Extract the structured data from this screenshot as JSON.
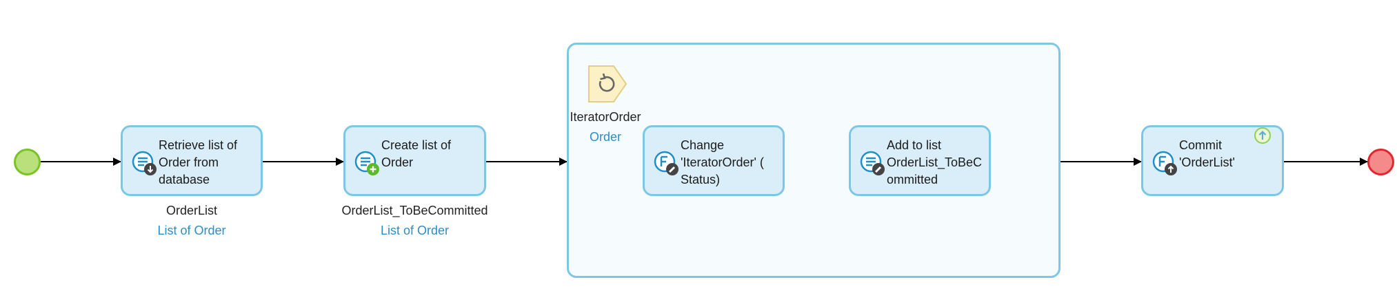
{
  "activities": {
    "retrieve": {
      "label": "Retrieve list of\nOrder from\ndatabase",
      "output_name": "OrderList",
      "output_type": "List of Order"
    },
    "create": {
      "label": "Create list of\nOrder",
      "output_name": "OrderList_ToBeCommitted",
      "output_type": "List of Order"
    },
    "change": {
      "label": "Change\n'IteratorOrder' (\nStatus)"
    },
    "add": {
      "label": "Add to list\nOrderList_ToBeC\nommitted"
    },
    "commit": {
      "label": "Commit\n'OrderList'"
    }
  },
  "loop": {
    "iterator_name": "IteratorOrder",
    "iterator_type": "Order"
  },
  "icons": {
    "retrieve": "retrieve-object-icon",
    "create": "create-list-icon",
    "change": "change-object-icon",
    "add": "change-list-icon",
    "commit": "commit-object-icon",
    "iterator": "loop-iterator-icon",
    "commit_badge": "commit-upload-badge-icon"
  },
  "colors": {
    "activity_fill": "#daeef9",
    "activity_border": "#7ec7e4",
    "loop_fill": "#f6fbfd",
    "start_fill": "#b9e07a",
    "start_border": "#78c326",
    "end_fill": "#f58a8a",
    "end_border": "#e2262e",
    "type_text": "#2a8fc6"
  }
}
